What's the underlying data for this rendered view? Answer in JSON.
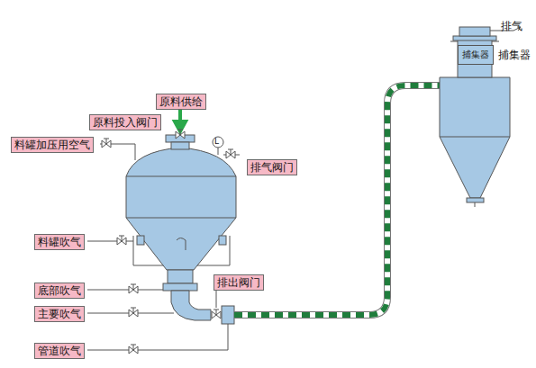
{
  "diagram": {
    "nodes": [
      {
        "text": [
          "原料供给"
        ]
      },
      {
        "text": [
          "原料投入阀门"
        ]
      },
      {
        "text": [
          "料罐加压用空气"
        ]
      },
      {
        "text": [
          "排气阀门"
        ]
      },
      {
        "text": [
          "料罐吹气"
        ]
      },
      {
        "text": [
          "排出阀门"
        ]
      },
      {
        "text": [
          "底部吹气"
        ]
      },
      {
        "text": [
          "主要吹气"
        ]
      },
      {
        "text": [
          "管道吹气"
        ]
      },
      {
        "text": [
          "捕集器",
          "捕集器"
        ]
      }
    ],
    "labels": [
      "排气",
      "L"
    ]
  }
}
